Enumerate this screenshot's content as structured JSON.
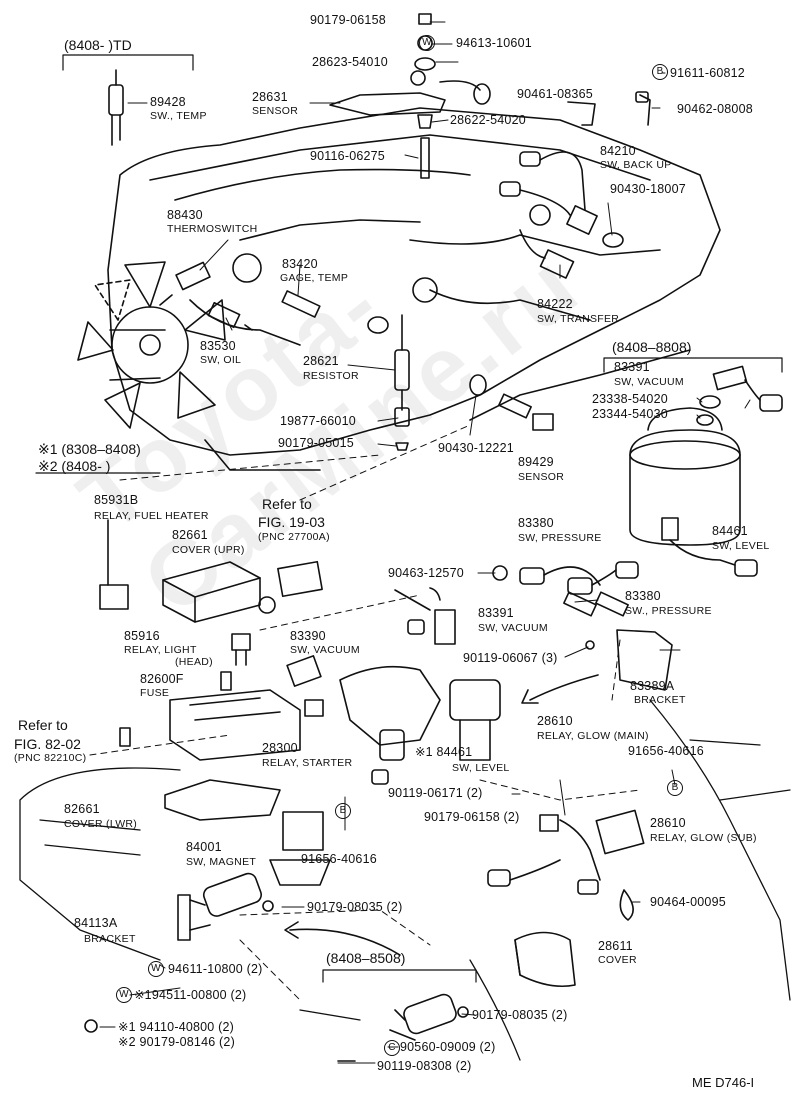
{
  "watermark": "Toyota-CarMine.ru",
  "footer_code": "ME  D746-I",
  "marks": {
    "washer": "W",
    "bolt": "B",
    "clip": "C"
  },
  "blocks": [
    {
      "id": "td",
      "lines": [
        "(8408-        )TD"
      ]
    },
    {
      "id": "eng",
      "lines": [
        "(8408–8808)"
      ]
    },
    {
      "id": "short",
      "lines": [
        "(8408–8508)"
      ]
    },
    {
      "id": "legend1",
      "lines": [
        "※1 (8308–8408)"
      ]
    },
    {
      "id": "legend2",
      "lines": [
        "※2 (8408-          )"
      ]
    },
    {
      "id": "ref19",
      "lines": [
        "Refer to",
        "FIG. 19-03",
        "(PNC 27700A)"
      ]
    },
    {
      "id": "ref82",
      "lines": [
        "Refer to",
        "FIG. 82-02",
        "(PNC 82210C)"
      ]
    }
  ],
  "parts": [
    {
      "id": "p01",
      "lines": [
        "90179-06158"
      ]
    },
    {
      "id": "p02",
      "lines": [
        "94613-10601"
      ]
    },
    {
      "id": "p03",
      "lines": [
        "28623-54010"
      ]
    },
    {
      "id": "p04",
      "lines": [
        "91611-60812"
      ]
    },
    {
      "id": "p05",
      "lines": [
        "89428",
        "SW., TEMP"
      ]
    },
    {
      "id": "p06",
      "lines": [
        "28631",
        "SENSOR"
      ]
    },
    {
      "id": "p07",
      "lines": [
        "90461-08365"
      ]
    },
    {
      "id": "p08",
      "lines": [
        "90462-08008"
      ]
    },
    {
      "id": "p09",
      "lines": [
        "28622-54020"
      ]
    },
    {
      "id": "p10",
      "lines": [
        "84210",
        "SW, BACK UP"
      ]
    },
    {
      "id": "p11",
      "lines": [
        "90116-06275"
      ]
    },
    {
      "id": "p12",
      "lines": [
        "90430-18007"
      ]
    },
    {
      "id": "p13",
      "lines": [
        "88430",
        "THERMOSWITCH"
      ]
    },
    {
      "id": "p14",
      "lines": [
        "83420",
        "GAGE, TEMP"
      ]
    },
    {
      "id": "p15",
      "lines": [
        "84222",
        "SW, TRANSFER"
      ]
    },
    {
      "id": "p16",
      "lines": [
        "83530",
        "SW, OIL"
      ]
    },
    {
      "id": "p17",
      "lines": [
        "28621",
        "RESISTOR"
      ]
    },
    {
      "id": "p18",
      "lines": [
        "83391",
        "SW, VACUUM"
      ]
    },
    {
      "id": "p19",
      "lines": [
        "23338-54020"
      ]
    },
    {
      "id": "p20",
      "lines": [
        "23344-54030"
      ]
    },
    {
      "id": "p21",
      "lines": [
        "19877-66010"
      ]
    },
    {
      "id": "p22",
      "lines": [
        "90430-12221"
      ]
    },
    {
      "id": "p23",
      "lines": [
        "90179-05015"
      ]
    },
    {
      "id": "p24",
      "lines": [
        "89429",
        "SENSOR"
      ]
    },
    {
      "id": "p25",
      "lines": [
        "85931B",
        "RELAY, FUEL HEATER"
      ]
    },
    {
      "id": "p26",
      "lines": [
        "82661",
        "COVER (UPR)"
      ]
    },
    {
      "id": "p27",
      "lines": [
        "83380",
        "SW, PRESSURE"
      ]
    },
    {
      "id": "p28",
      "lines": [
        "84461",
        "SW, LEVEL"
      ]
    },
    {
      "id": "p29",
      "lines": [
        "90463-12570"
      ]
    },
    {
      "id": "p30",
      "lines": [
        "83391",
        "SW, VACUUM"
      ]
    },
    {
      "id": "p31",
      "lines": [
        "83380",
        "SW., PRESSURE"
      ]
    },
    {
      "id": "p32",
      "lines": [
        "85916",
        "RELAY, LIGHT",
        "(HEAD)"
      ]
    },
    {
      "id": "p33",
      "lines": [
        "83390",
        "SW, VACUUM"
      ]
    },
    {
      "id": "p34",
      "lines": [
        "90119-06067 (3)"
      ]
    },
    {
      "id": "p35",
      "lines": [
        "82600F",
        "FUSE"
      ]
    },
    {
      "id": "p36",
      "lines": [
        "83389A",
        "BRACKET"
      ]
    },
    {
      "id": "p37",
      "lines": [
        "28610",
        "RELAY, GLOW (MAIN)"
      ]
    },
    {
      "id": "p38",
      "lines": [
        "91656-40616"
      ]
    },
    {
      "id": "p39",
      "lines": [
        "28300",
        "RELAY, STARTER"
      ]
    },
    {
      "id": "p40",
      "lines": [
        "※1 84461",
        "SW, LEVEL"
      ]
    },
    {
      "id": "p41",
      "lines": [
        "90119-06171 (2)"
      ]
    },
    {
      "id": "p42",
      "lines": [
        "82661",
        "COVER (LWR)"
      ]
    },
    {
      "id": "p43",
      "lines": [
        "90179-06158 (2)"
      ]
    },
    {
      "id": "p44",
      "lines": [
        "28610",
        "RELAY, GLOW (SUB)"
      ]
    },
    {
      "id": "p45",
      "lines": [
        "91656-40616"
      ]
    },
    {
      "id": "p46",
      "lines": [
        "84001",
        "SW, MAGNET"
      ]
    },
    {
      "id": "p47",
      "lines": [
        "90179-08035 (2)"
      ]
    },
    {
      "id": "p48",
      "lines": [
        "90464-00095"
      ]
    },
    {
      "id": "p49",
      "lines": [
        "84113A",
        "BRACKET"
      ]
    },
    {
      "id": "p50",
      "lines": [
        "28611",
        "COVER"
      ]
    },
    {
      "id": "p51",
      "lines": [
        "94611-10800 (2)"
      ]
    },
    {
      "id": "p52",
      "lines": [
        "※194511-00800 (2)"
      ]
    },
    {
      "id": "p53",
      "lines": [
        "90179-08035 (2)"
      ]
    },
    {
      "id": "p54",
      "lines": [
        "※1 94110-40800 (2)"
      ]
    },
    {
      "id": "p55",
      "lines": [
        "※2 90179-08146 (2)"
      ]
    },
    {
      "id": "p56",
      "lines": [
        "90560-09009 (2)"
      ]
    },
    {
      "id": "p57",
      "lines": [
        "90119-08308 (2)"
      ]
    }
  ]
}
